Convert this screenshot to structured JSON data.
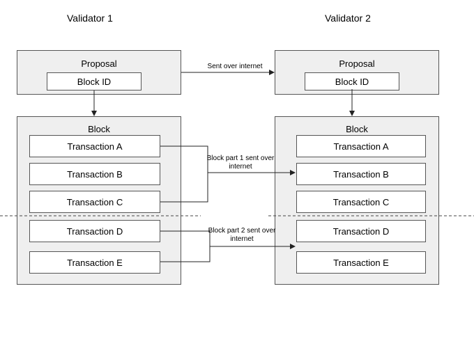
{
  "validators": [
    {
      "title": "Validator 1",
      "proposal": {
        "label": "Proposal",
        "block_id": "Block ID"
      },
      "block": {
        "label": "Block",
        "transactions": [
          "Transaction A",
          "Transaction B",
          "Transaction C",
          "Transaction D",
          "Transaction E"
        ]
      }
    },
    {
      "title": "Validator 2",
      "proposal": {
        "label": "Proposal",
        "block_id": "Block ID"
      },
      "block": {
        "label": "Block",
        "transactions": [
          "Transaction A",
          "Transaction B",
          "Transaction C",
          "Transaction D",
          "Transaction E"
        ]
      }
    }
  ],
  "connections": {
    "proposal_label": "Sent over internet",
    "part1_label": "Block part 1 sent over internet",
    "part2_label": "Block part 2 sent over internet"
  }
}
